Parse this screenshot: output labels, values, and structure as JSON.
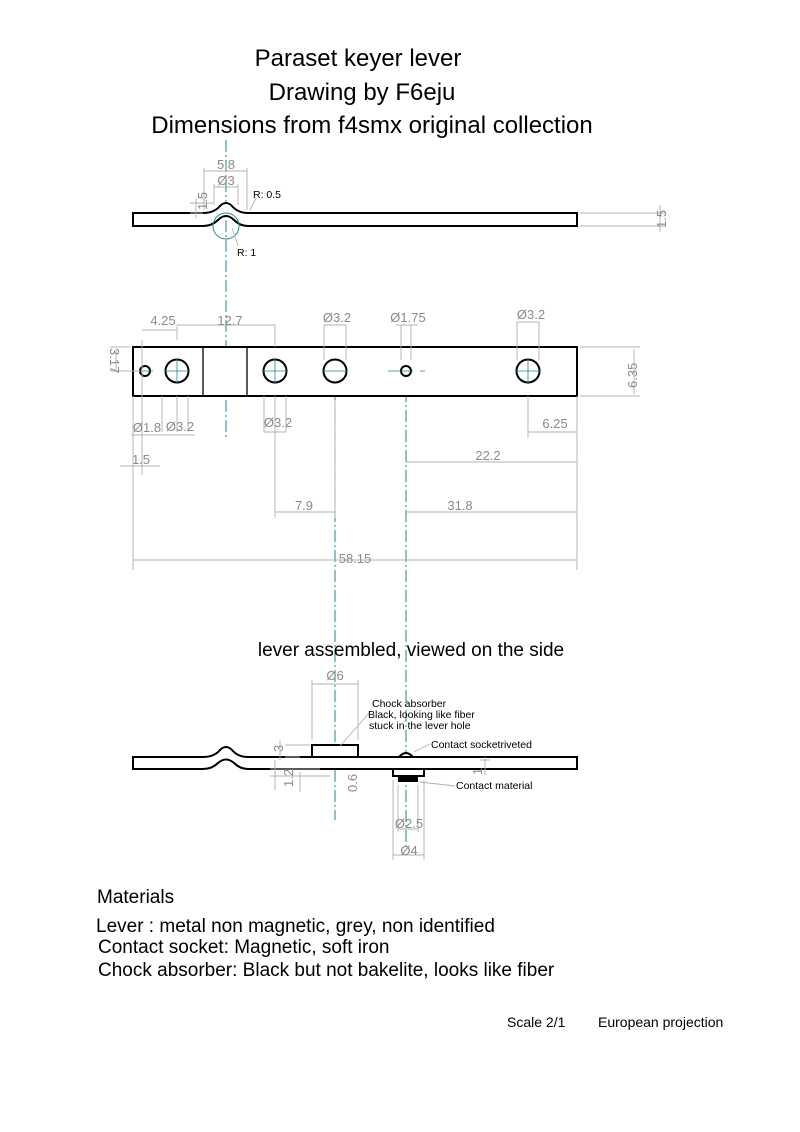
{
  "title": {
    "line1": "Paraset keyer lever",
    "line2": "Drawing by F6eju",
    "line3": "Dimensions from f4smx original collection"
  },
  "side_view": {
    "dims": {
      "bump_width": "5.8",
      "bump_dia": "Ø3",
      "height_left": "1.5",
      "thickness_right": "1.5",
      "radius_outer": "R: 0.5",
      "radius_inner": "R: 1"
    }
  },
  "plan_view": {
    "dims": {
      "d425": "4.25",
      "d127": "12.7",
      "hole3": "Ø3.2",
      "hole4": "Ø1.75",
      "hole5": "Ø3.2",
      "d317": "3.17",
      "d635": "6.35",
      "hole1": "Ø1.8",
      "hole2": "Ø3.2",
      "hole2b": "Ø3.2",
      "d625": "6.25",
      "d15": "1.5",
      "d222": "22.2",
      "d79": "7.9",
      "d318": "31.8",
      "d5815": "58.15"
    }
  },
  "assembly": {
    "heading": "lever assembled, viewed on the side",
    "dims": {
      "d6": "Ø6",
      "d3": "3",
      "d12": "1.2",
      "d06": "0.6",
      "d1": "1",
      "d25": "Ø2.5",
      "d4": "Ø4"
    },
    "notes": {
      "absorber1": "Chock absorber",
      "absorber2": "Black, looking like fiber",
      "absorber3": "stuck in the lever hole",
      "socket": "Contact socketriveted",
      "contact": "Contact material"
    }
  },
  "materials": {
    "heading": "Materials",
    "items": [
      "Lever : metal non magnetic, grey, non identified",
      "Contact socket: Magnetic, soft iron",
      "Chock absorber: Black but not bakelite, looks like fiber"
    ]
  },
  "footer": {
    "scale": "Scale 2/1",
    "projection": "European projection"
  }
}
